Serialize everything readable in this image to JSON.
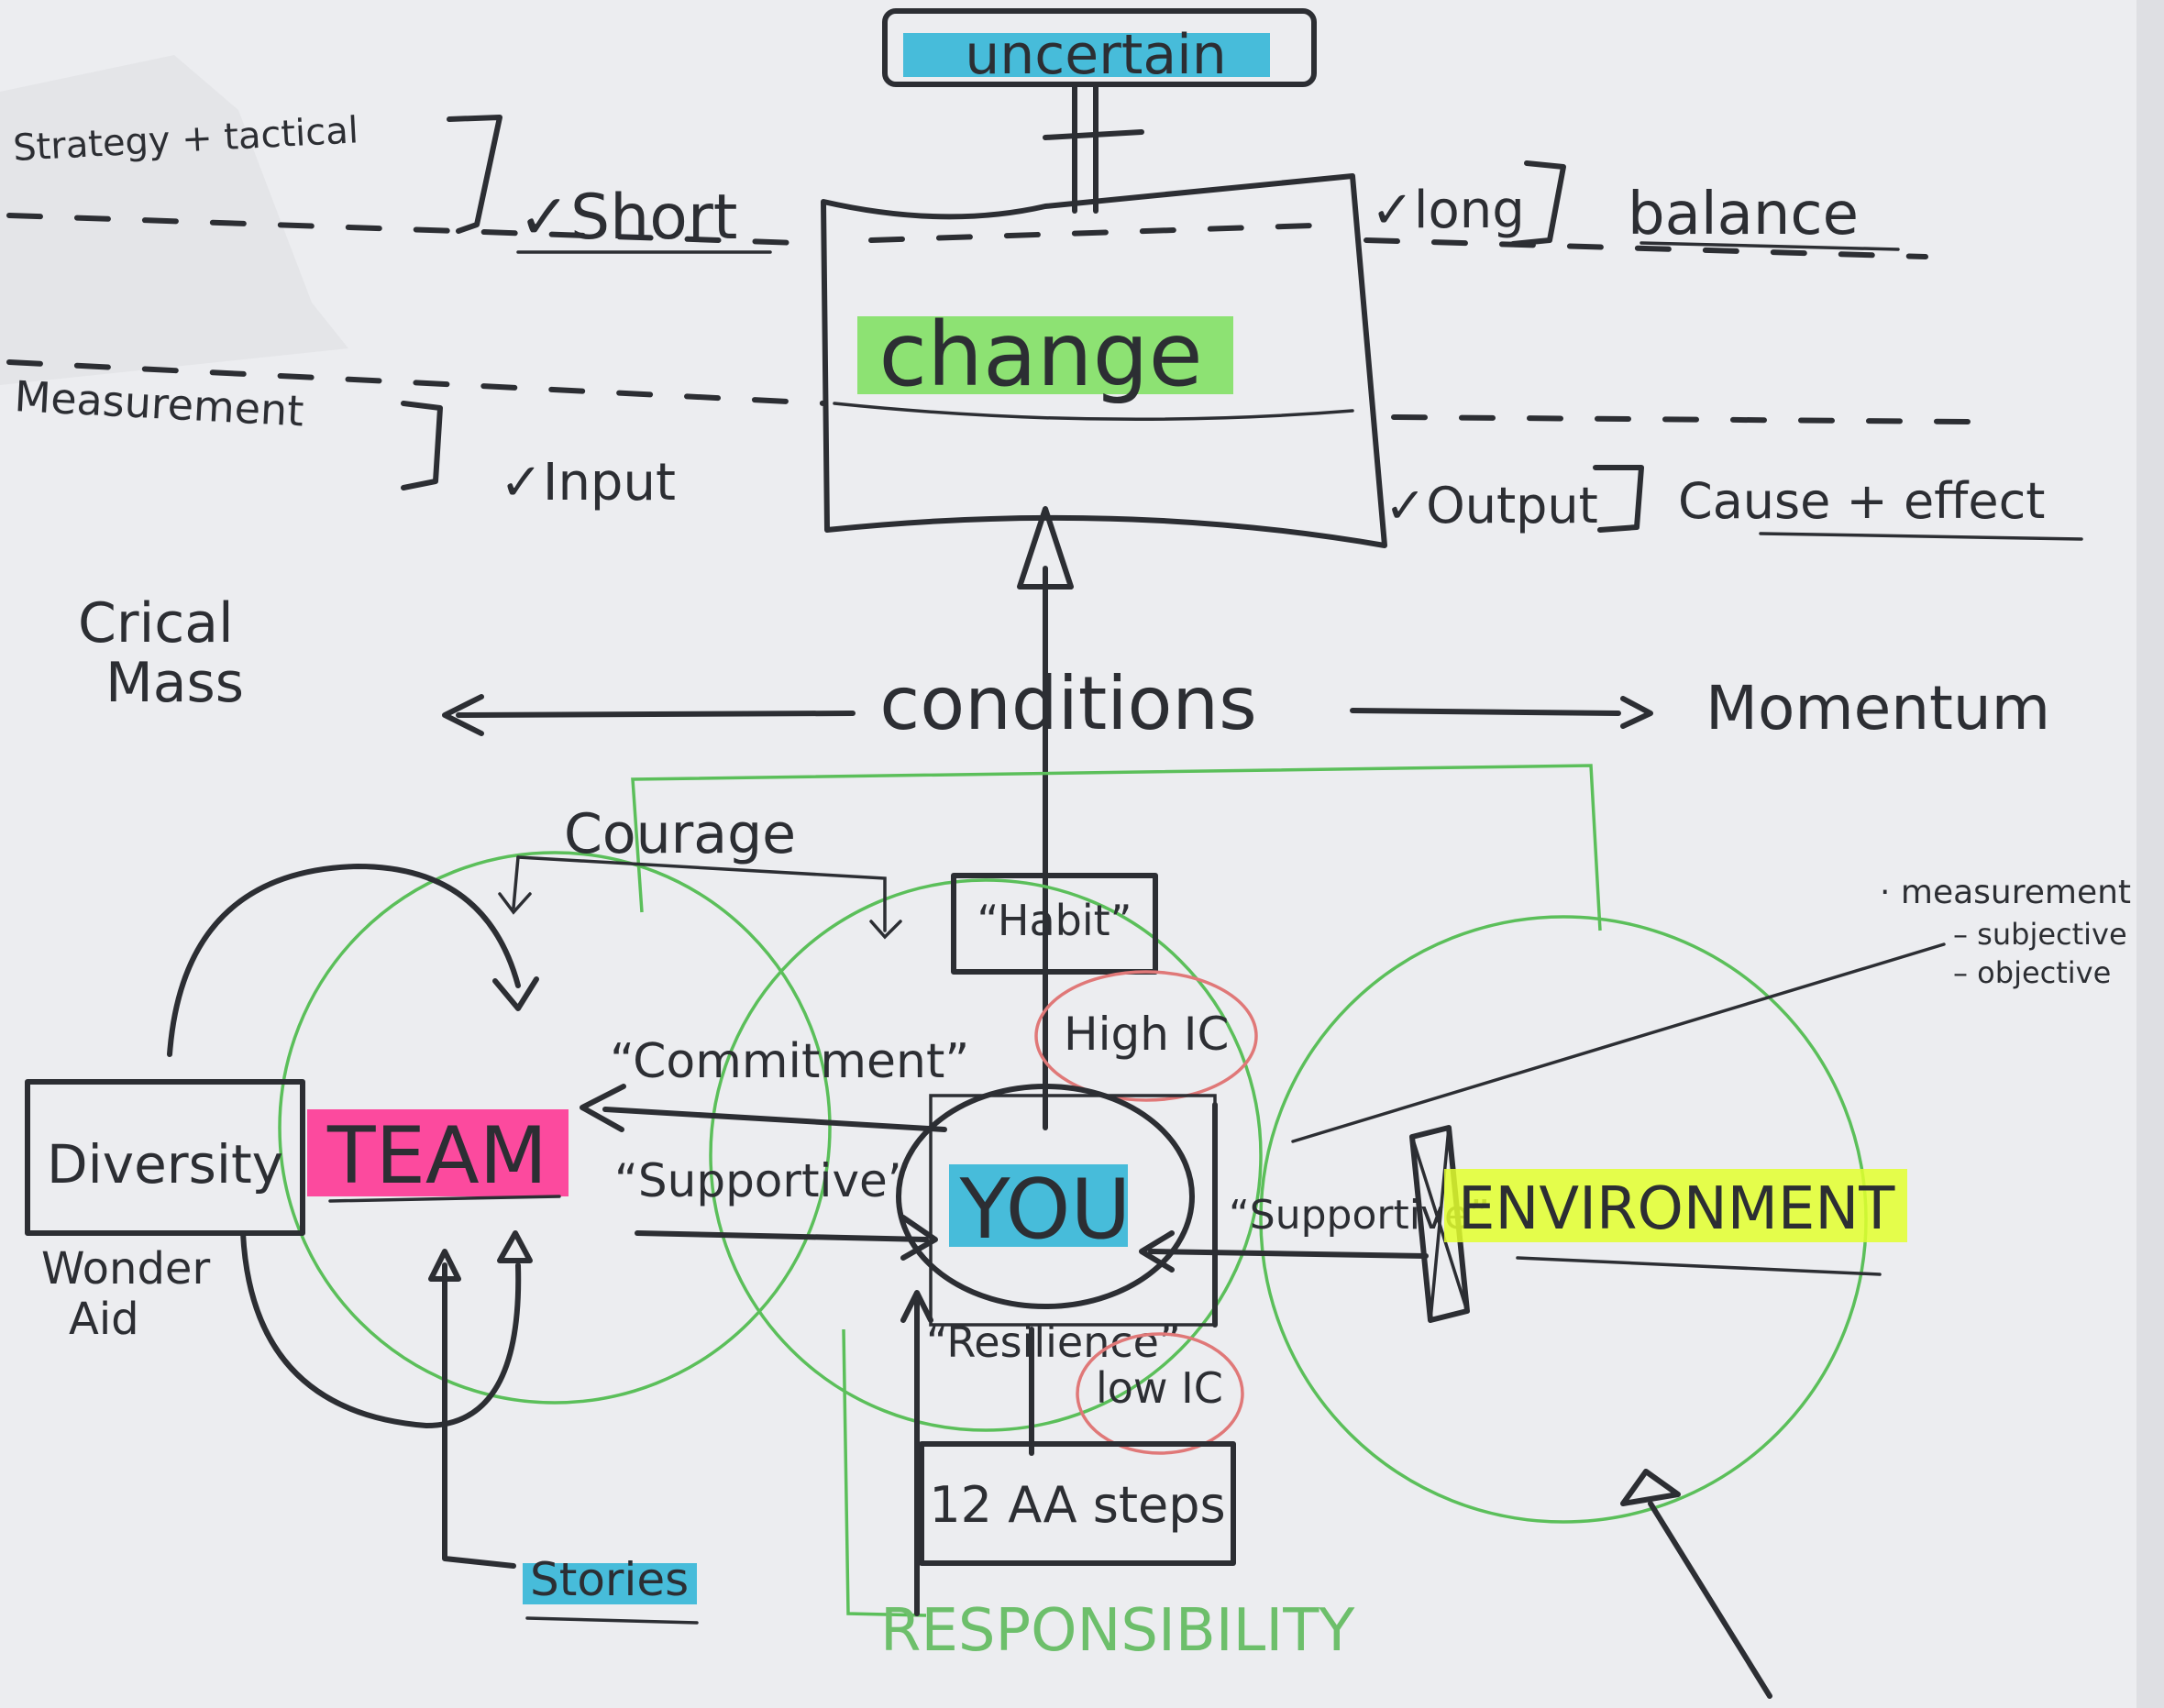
{
  "labels": {
    "uncertain": "uncertain",
    "strategy": "Strategy + tactical",
    "short": "✓Short",
    "long": "✓long",
    "balance": "balance",
    "change": "change",
    "measurement": "Measurement",
    "input": "✓Input",
    "output": "✓Output",
    "cause_effect": "Cause + effect",
    "critical_mass_line1": "Crical",
    "critical_mass_line2": "Mass",
    "conditions": "conditions",
    "momentum": "Momentum",
    "courage": "Courage",
    "habit": "“Habit”",
    "measurement_note_1": "· measurement",
    "measurement_note_2": "– subjective",
    "measurement_note_3": "– objective",
    "high_ic": "High IC",
    "commitment": "“Commitment”",
    "diversity": "Diversity",
    "team": "TEAM",
    "supportive_left": "“Supportive”",
    "you": "YOU",
    "supportive_right": "“Supportive”",
    "environment": "ENVIRONMENT",
    "wonder_1": "Wonder",
    "wonder_2": "Aid",
    "resilience": "“Resilience”",
    "low_ic": "low IC",
    "twelve_steps": "12 AA steps",
    "stories": "Stories",
    "responsibility": "RESPONSIBILITY"
  },
  "colors": {
    "ink": "#2c2e33",
    "paper": "#ecedf0",
    "highlight_blue": "#2ab3d6",
    "highlight_green": "#6ede4a",
    "highlight_pink": "#ff2d8f",
    "highlight_yellow": "#e3ff2e",
    "circle_green": "#5bbf5a",
    "circle_red": "#e07878"
  }
}
